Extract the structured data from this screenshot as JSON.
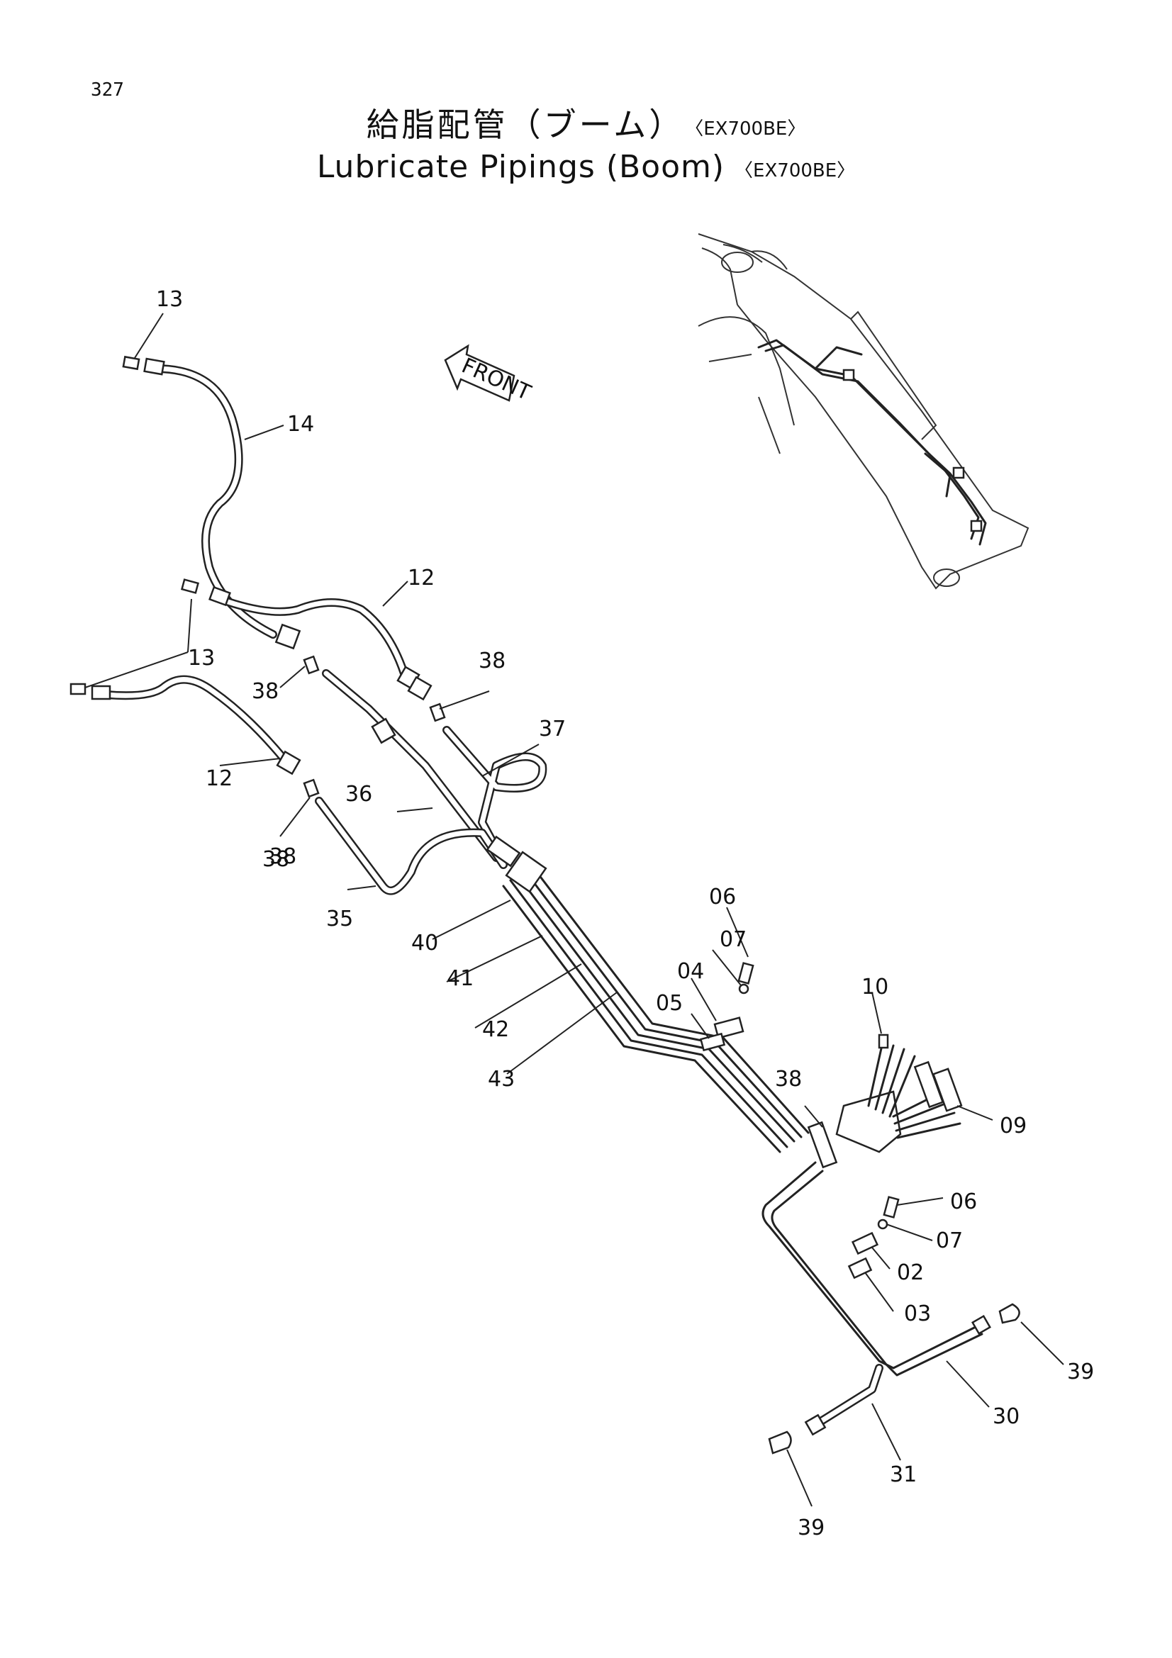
{
  "page_number": "327",
  "title_ja": "給脂配管（ブーム）",
  "title_en": "Lubricate Pipings (Boom)",
  "model": "〈EX700BE〉",
  "front_label": "FRONT",
  "part_labels": [
    "13",
    "14",
    "13",
    "12",
    "12",
    "38",
    "38",
    "38",
    "38",
    "37",
    "36",
    "35",
    "40",
    "41",
    "42",
    "43",
    "06",
    "07",
    "04",
    "05",
    "10",
    "38",
    "09",
    "06",
    "07",
    "02",
    "03",
    "39",
    "30",
    "31",
    "39"
  ]
}
